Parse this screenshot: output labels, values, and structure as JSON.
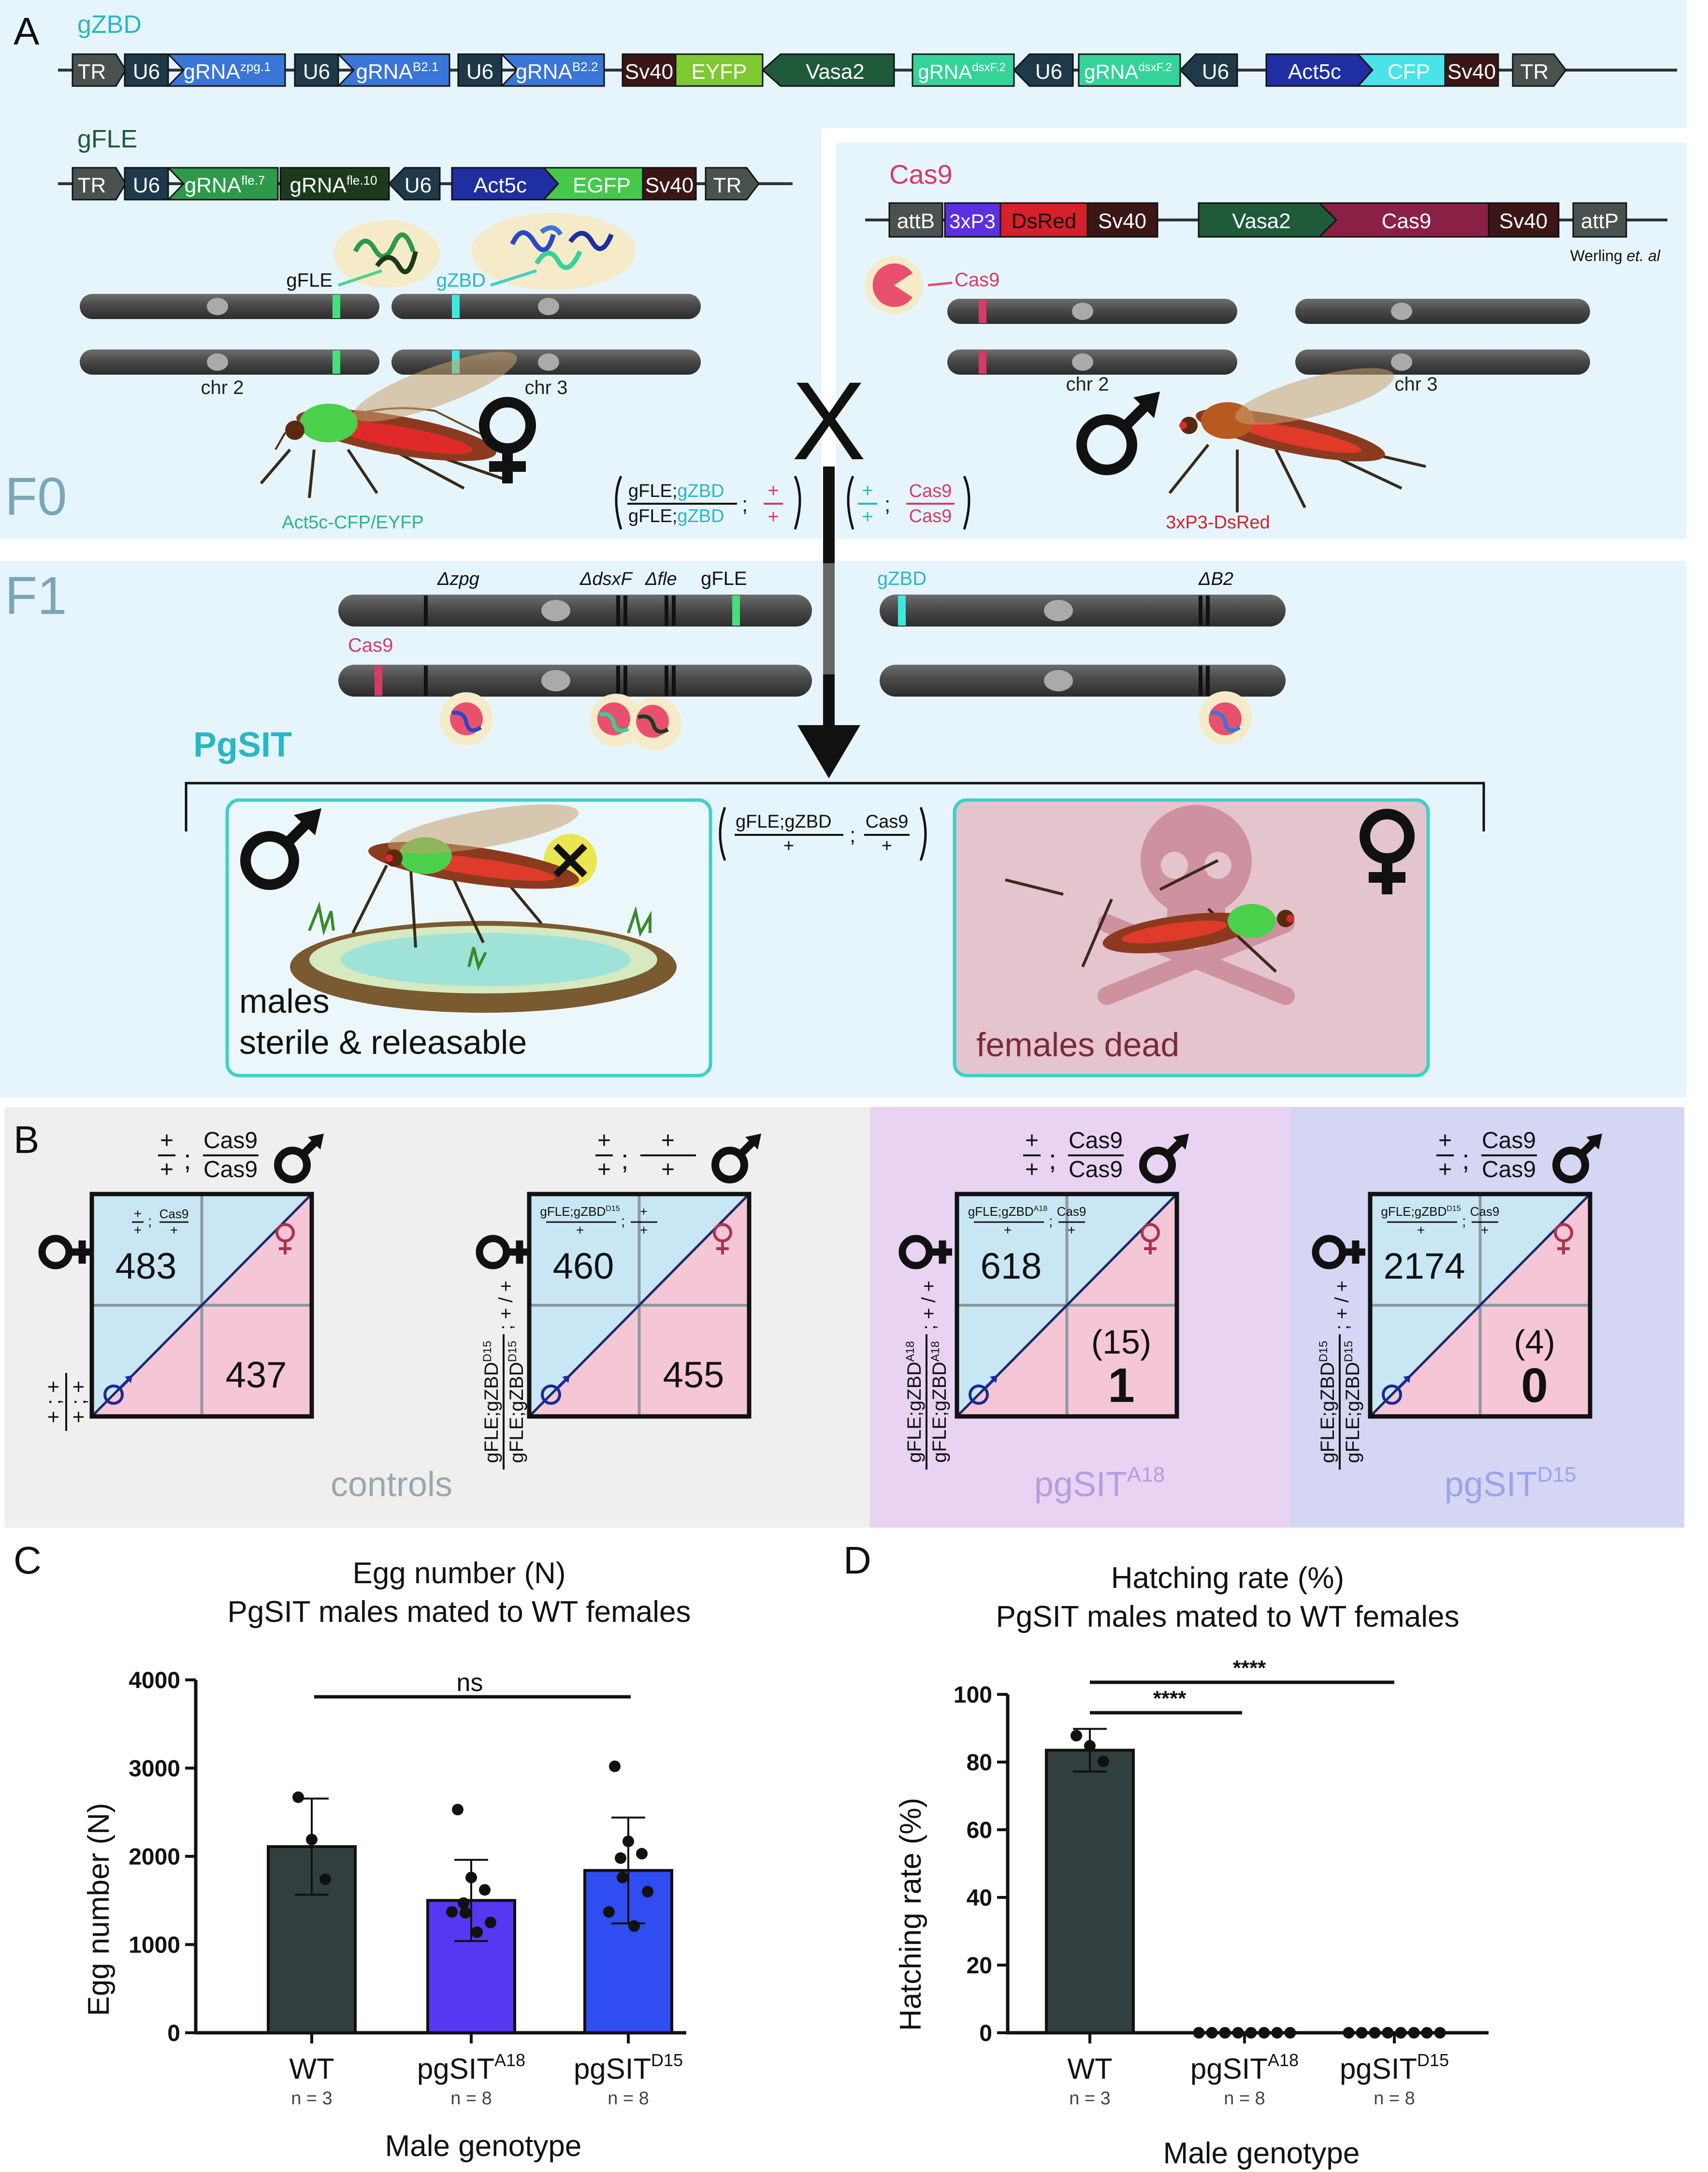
{
  "panels": {
    "a": "A",
    "b": "B",
    "c": "C",
    "d": "D"
  },
  "construct_gzbd": {
    "title": "gZBD",
    "tr_left": "TR",
    "u6_1": "U6",
    "grna_zpg": "gRNA",
    "zpg_sup": "zpg.1",
    "u6_2": "U6",
    "grna_b21": "gRNA",
    "b21_sup": "B2.1",
    "u6_3": "U6",
    "grna_b22": "gRNA",
    "b22_sup": "B2.2",
    "sv40_1": "Sv40",
    "eyfp": "EYFP",
    "vasa2": "Vasa2",
    "grna_dsx1": "gRNA",
    "dsx1_sup": "dsxF.2",
    "u6_4": "U6",
    "grna_dsx2": "gRNA",
    "dsx2_sup": "dsxF.2",
    "u6_5": "U6",
    "act5c": "Act5c",
    "cfp": "CFP",
    "sv40_2": "Sv40",
    "tr_right": "TR"
  },
  "construct_gfle": {
    "title": "gFLE",
    "tr_left": "TR",
    "u6_1": "U6",
    "grna_fle7": "gRNA",
    "fle7_sup": "fle.7",
    "grna_fle10": "gRNA",
    "fle10_sup": "fle.10",
    "u6_2": "U6",
    "act5c": "Act5c",
    "egfp": "EGFP",
    "sv40": "Sv40",
    "tr_right": "TR"
  },
  "construct_cas9": {
    "title": "Cas9",
    "attb": "attB",
    "x3p3": "3xP3",
    "dsred": "DsRed",
    "sv40_1": "Sv40",
    "vasa2": "Vasa2",
    "cas9": "Cas9",
    "sv40_2": "Sv40",
    "attp": "attP",
    "credit_name": "Werling",
    "credit_etal": "et. al"
  },
  "f0": {
    "label": "F0",
    "gfle_label": "gFLE",
    "gzbd_label": "gZBD",
    "chr2": "chr 2",
    "chr3": "chr 3",
    "female_caption": "Act5c-CFP/EYFP",
    "cross": "X",
    "cas9_label": "Cas9",
    "chr2_m": "chr 2",
    "chr3_m": "chr 3",
    "male_caption": "3xP3-DsRed",
    "geno_f_top": "gFLE;",
    "geno_f_top2": "gZBD",
    "geno_f_bot": "gFLE;",
    "geno_f_bot2": "gZBD",
    "semi": ";",
    "plus": "+",
    "geno_m_plus": "+",
    "geno_m_cas9": "Cas9"
  },
  "f1": {
    "label": "F1",
    "dzpg": "Δzpg",
    "ddsxf": "ΔdsxF",
    "dfle": "Δfle",
    "gfle": "gFLE",
    "cas9": "Cas9",
    "gzbd": "gZBD",
    "db2": "ΔB2",
    "pgsit": "PgSIT",
    "males_line1": "males",
    "males_line2": "sterile & releasable",
    "geno_top": "gFLE;gZBD",
    "geno_bot": "+",
    "geno_cas9": "Cas9",
    "geno_plus": "+",
    "females": "females dead"
  },
  "panel_b": {
    "blocks": [
      {
        "name": "control-1",
        "male_top": "+",
        "male_bot": "+",
        "male_top2": "Cas9",
        "male_bot2": "Cas9",
        "female_geno": "+;+ / +;+",
        "cell_top": "+",
        "cell_cas9": "Cas9",
        "cell_plus": "+",
        "male_count": "483",
        "female_count": "437",
        "female_paren": "",
        "tag": ""
      },
      {
        "name": "control-2",
        "male_top": "+",
        "male_bot": "+",
        "male_top2": "+",
        "male_bot2": "+",
        "female_geno": "gFLE;gZBD",
        "female_sup": "D15",
        "cell_top": "gFLE;gZBD",
        "cell_sup": "D15",
        "cell_plus": "+",
        "male_count": "460",
        "female_count": "455",
        "female_paren": "",
        "tag": ""
      },
      {
        "name": "pgsit-a18",
        "male_top": "+",
        "male_bot": "+",
        "male_top2": "Cas9",
        "male_bot2": "Cas9",
        "female_geno": "gFLE;gZBD",
        "female_sup": "A18",
        "cell_top": "gFLE;gZBD",
        "cell_sup": "A18",
        "cell_cas9": "Cas9",
        "male_count": "618",
        "female_count": "1",
        "female_paren": "(15)",
        "tag": "pgSIT",
        "tag_sup": "A18"
      },
      {
        "name": "pgsit-d15",
        "male_top": "+",
        "male_bot": "+",
        "male_top2": "Cas9",
        "male_bot2": "Cas9",
        "female_geno": "gFLE;gZBD",
        "female_sup": "D15",
        "cell_top": "gFLE;gZBD",
        "cell_sup": "D15",
        "cell_cas9": "Cas9",
        "male_count": "2174",
        "female_count": "0",
        "female_paren": "(4)",
        "tag": "pgSIT",
        "tag_sup": "D15"
      }
    ],
    "controls_label": "controls"
  },
  "panel_c": {
    "title_line1": "Egg number (N)",
    "title_line2": "PgSIT males mated to WT females",
    "ylabel": "Egg number (N)",
    "xlabel": "Male genotype",
    "sig": "ns"
  },
  "panel_d": {
    "title_line1": "Hatching rate (%)",
    "title_line2": "PgSIT males mated to WT females",
    "ylabel": "Hatching rate (%)",
    "xlabel": "Male genotype",
    "sig1": "****",
    "sig2": "****"
  },
  "chart_data": [
    {
      "type": "bar",
      "title": "Egg number (N) PgSIT males mated to WT females",
      "categories": [
        "WT",
        "pgSIT A18",
        "pgSIT D15"
      ],
      "category_base": [
        "WT",
        "pgSIT",
        "pgSIT"
      ],
      "category_sup": [
        "",
        "A18",
        "D15"
      ],
      "n_labels": [
        "n = 3",
        "n = 8",
        "n = 8"
      ],
      "values": [
        2110,
        1500,
        1840
      ],
      "sd": [
        545,
        460,
        600
      ],
      "points": [
        [
          2670,
          2190,
          1740
        ],
        [
          2530,
          1760,
          1620,
          1470,
          1360,
          1250,
          1370,
          1140
        ],
        [
          3020,
          2170,
          2030,
          1980,
          1760,
          1600,
          1370,
          1210
        ]
      ],
      "colors": [
        "#323f3f",
        "#5438f2",
        "#2f4df0"
      ],
      "ylim": [
        0,
        4000
      ],
      "yticks": [
        0,
        1000,
        2000,
        3000,
        4000
      ],
      "xlabel": "Male genotype",
      "ylabel": "Egg number (N)"
    },
    {
      "type": "bar",
      "title": "Hatching rate (%) PgSIT males mated to WT females",
      "categories": [
        "WT",
        "pgSIT A18",
        "pgSIT D15"
      ],
      "category_base": [
        "WT",
        "pgSIT",
        "pgSIT"
      ],
      "category_sup": [
        "",
        "A18",
        "D15"
      ],
      "n_labels": [
        "n = 3",
        "n = 8",
        "n = 8"
      ],
      "values": [
        83.5,
        0,
        0
      ],
      "sd": [
        6.3,
        0,
        0
      ],
      "points": [
        [
          87.8,
          84.8,
          80.2
        ],
        [
          0,
          0,
          0,
          0,
          0,
          0,
          0,
          0
        ],
        [
          0,
          0,
          0,
          0,
          0,
          0,
          0,
          0
        ]
      ],
      "colors": [
        "#323f3f",
        "#5438f2",
        "#2f4df0"
      ],
      "ylim": [
        0,
        100
      ],
      "yticks": [
        0,
        20,
        40,
        60,
        80,
        100
      ],
      "xlabel": "Male genotype",
      "ylabel": "Hatching rate (%)"
    }
  ],
  "colors": {
    "bg_top": "#e6f5fb",
    "control_bg": "#efefef",
    "a18_bg": "#e8d3f2",
    "d15_bg": "#d4d6f4",
    "male_cell": "#c9e6f5",
    "female_cell": "#f5c6d6",
    "teal": "#3fcfc9",
    "cas9": "#d63c63",
    "dark": "#323f3f"
  }
}
